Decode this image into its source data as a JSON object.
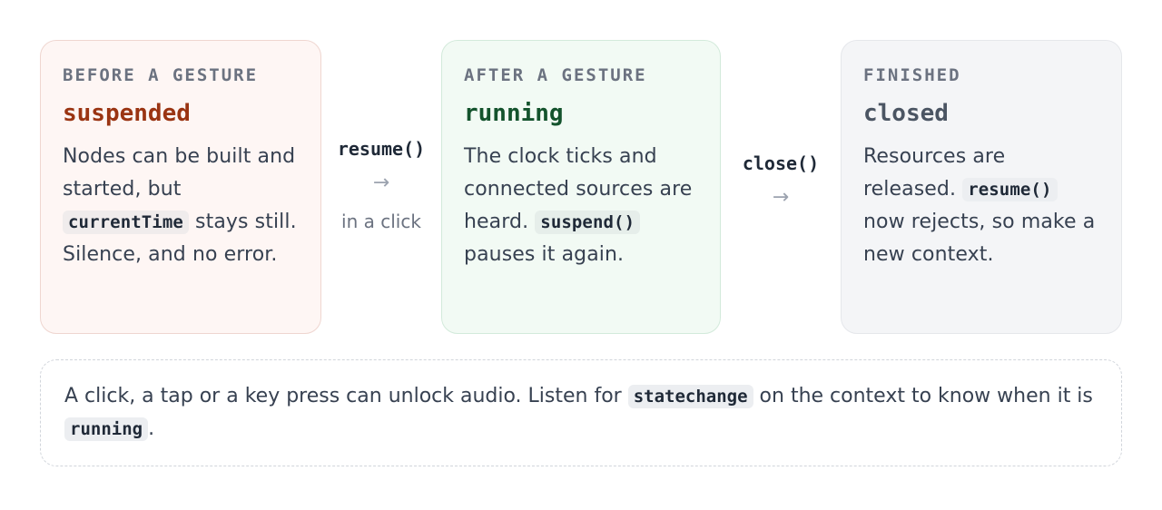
{
  "states": {
    "suspended": {
      "eyebrow": "BEFORE A GESTURE",
      "name": "suspended",
      "desc_1": "Nodes can be built and started, but ",
      "code_1": "currentTime",
      "desc_2": " stays still. Silence, and no error."
    },
    "running": {
      "eyebrow": "AFTER A GESTURE",
      "name": "running",
      "desc_1": "The clock ticks and connected sources are heard. ",
      "code_1": "suspend()",
      "desc_2": " pauses it again."
    },
    "closed": {
      "eyebrow": "FINISHED",
      "name": "closed",
      "desc_1": "Resources are released. ",
      "code_1": "resume()",
      "desc_2": " now rejects, so make a new context."
    }
  },
  "transitions": {
    "resume": {
      "method": "resume()",
      "arrow": "→",
      "note": "in a click"
    },
    "close": {
      "method": "close()",
      "arrow": "→"
    }
  },
  "footer": {
    "text_1": "A click, a tap or a key press can unlock audio. Listen for ",
    "code_1": "statechange",
    "text_2": " on the context to know when it is ",
    "code_2": "running",
    "text_3": "."
  },
  "colors": {
    "suspended_accent": "#9a3412",
    "running_accent": "#14532d",
    "closed_accent": "#4b5563"
  }
}
